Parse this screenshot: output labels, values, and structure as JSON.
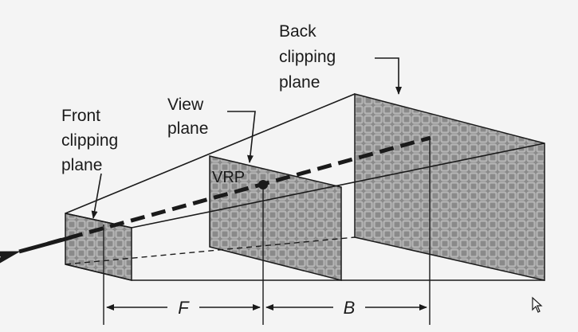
{
  "colors": {
    "background": "#f4f4f4",
    "ink": "#1a1a1a",
    "plane_fill": "#8a8a8a",
    "plane_grid": "#b4b4b4"
  },
  "labels": {
    "back_plane": [
      "Back",
      "clipping",
      "plane"
    ],
    "view_plane": [
      "View",
      "plane"
    ],
    "front_plane": [
      "Front",
      "clipping",
      "plane"
    ],
    "vrp": "VRP",
    "dist_f": "F",
    "dist_b": "B"
  },
  "icons": {
    "cursor": "mouse-cursor-icon"
  }
}
